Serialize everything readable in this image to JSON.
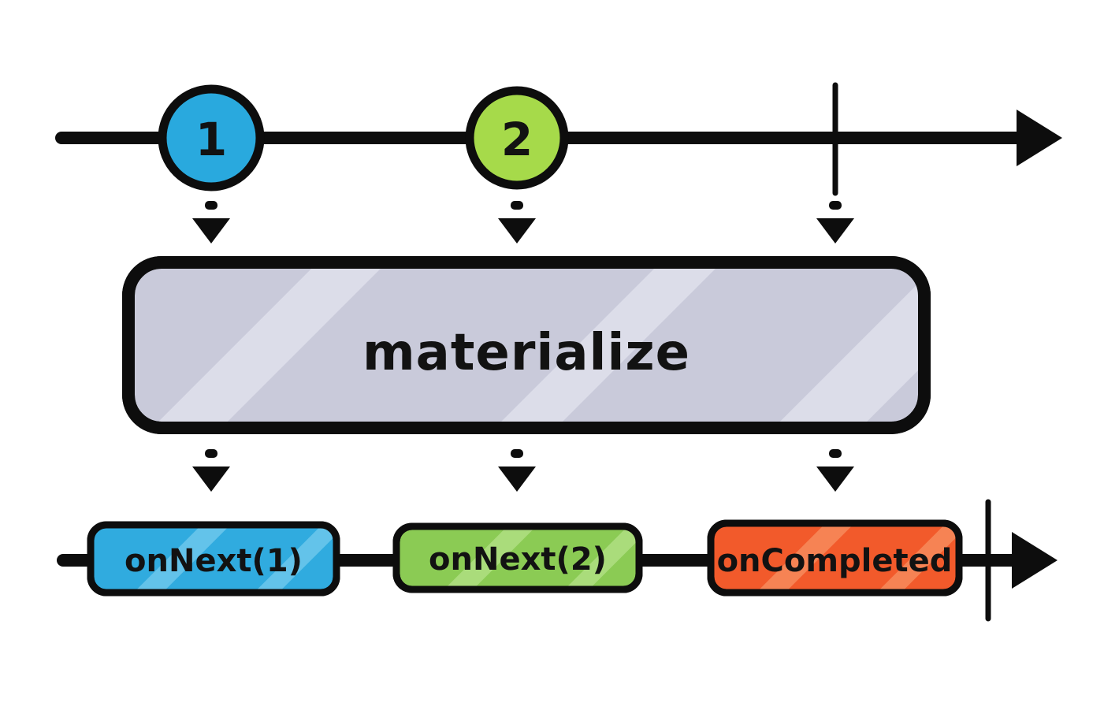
{
  "title": "materialize operator marble diagram",
  "ink": "#0d0d0d",
  "operator": {
    "label": "materialize",
    "fill": "#c9cada",
    "stripe": "#dcdde9"
  },
  "input": {
    "events": [
      {
        "label": "1",
        "type": "next",
        "color": "#29a9de",
        "stripe": "#55bde9"
      },
      {
        "label": "2",
        "type": "next",
        "color": "#a6da4a",
        "stripe": "#c0e572"
      },
      {
        "type": "completed"
      }
    ]
  },
  "output": {
    "events": [
      {
        "label": "onNext(1)",
        "type": "next",
        "color": "#30abdf",
        "stripe": "#63c3ea"
      },
      {
        "label": "onNext(2)",
        "type": "next",
        "color": "#8bcb54",
        "stripe": "#aadc7b"
      },
      {
        "label": "onCompleted",
        "type": "next",
        "color": "#f25a2b",
        "stripe": "#f68354"
      },
      {
        "type": "completed"
      }
    ]
  }
}
